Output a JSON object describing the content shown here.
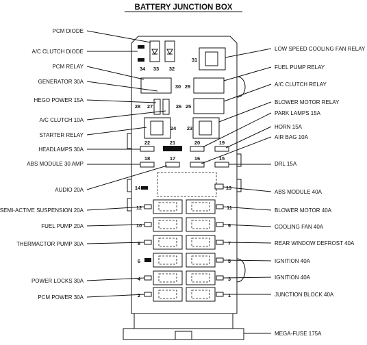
{
  "title": "BATTERY JUNCTION BOX",
  "left_labels": [
    "PCM DIODE",
    "A/C CLUTCH DIODE",
    "PCM  RELAY",
    "GENERATOR 30A",
    "HEGO POWER 15A",
    "A/C CLUTCH 10A",
    "STARTER  RELAY",
    "HEADLAMPS 30A",
    "ABS MODULE 30 AMP",
    "AUDIO 20A",
    "SEMI-ACTIVE SUSPENSION 20A",
    "FUEL PUMP 20A",
    "THERMACTOR PUMP 30A",
    "POWER LOCKS 30A",
    "PCM POWER 30A"
  ],
  "right_labels": [
    "LOW SPEED COOLING FAN  RELAY",
    "FUEL PUMP  RELAY",
    "A/C  CLUTCH  RELAY",
    "BLOWER MOTOR RELAY",
    "PARK LAMPS 15A",
    "HORN 15A",
    "AIR BAG 10A",
    "DRL 15A",
    "ABS MODULE 40A",
    "BLOWER MOTOR 40A",
    "COOLING FAN 40A",
    "REAR WINDOW DEFROST 40A",
    "IGNITION 40A",
    "IGNITION 40A",
    "JUNCTION BLOCK 40A",
    "MEGA-FUSE 175A"
  ],
  "slots": [
    "34",
    "33",
    "32",
    "31",
    "30",
    "29",
    "28",
    "27",
    "26",
    "25",
    "24",
    "23",
    "22",
    "21",
    "20",
    "19",
    "18",
    "17",
    "16",
    "15",
    "14",
    "13",
    "12",
    "11",
    "10",
    "9",
    "8",
    "7",
    "6",
    "5",
    "4",
    "3",
    "2",
    "1"
  ]
}
